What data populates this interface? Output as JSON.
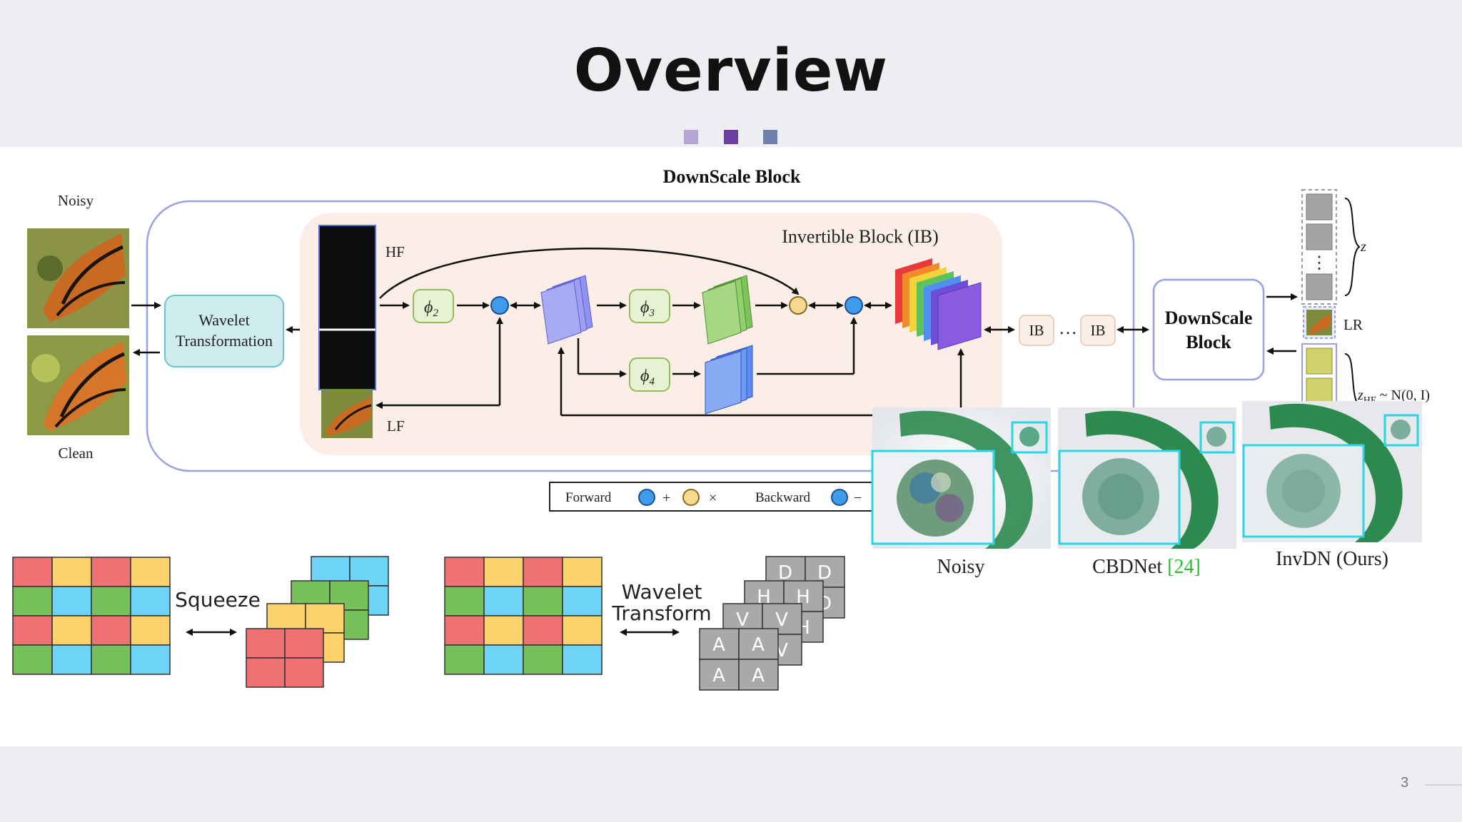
{
  "slide": {
    "title": "Overview",
    "page_number": "3",
    "accent_squares": [
      "#b7a3d6",
      "#6b3fa0",
      "#6f7fb0"
    ]
  },
  "top_diagram": {
    "title": "DownScale Block",
    "input_top_label": "Noisy",
    "input_bottom_label": "Clean",
    "wavelet_box": [
      "Wavelet",
      "Transformation"
    ],
    "hf_label": "HF",
    "lf_label": "LF",
    "ib_title": "Invertible Block (IB)",
    "phi2": "ϕ",
    "phi2_sub": "2",
    "phi3": "ϕ",
    "phi3_sub": "3",
    "phi4": "ϕ",
    "phi4_sub": "4",
    "ib_small_1": "IB",
    "ib_dots": "…",
    "ib_small_2": "IB",
    "downscale_box": [
      "DownScale",
      "Block"
    ],
    "z_label": "z",
    "lr_label": "LR",
    "zhf_label": "z",
    "zhf_sub": "HF",
    "zhf_dist": " ~ N(0, I)",
    "vdots": "⋮",
    "colors": {
      "outer_border": "#9aa0e6",
      "ib_bg": "#fbeee6",
      "wavelet_fill": "#cfecef",
      "wavelet_border": "#6cc3c9",
      "phi_fill": "#e6f2d3",
      "phi_border": "#8fbf5a",
      "plus_node": "#3f9bec",
      "times_node": "#f7d98f"
    }
  },
  "legend": {
    "forward": "Forward",
    "forward_ops": [
      "+",
      "×"
    ],
    "backward": "Backward",
    "backward_ops": [
      "−",
      "÷"
    ]
  },
  "bottom_left": {
    "squeeze_label": "Squeeze",
    "wavelet_label": [
      "Wavelet",
      "Transform"
    ],
    "letter_a": "A",
    "letter_v": "V",
    "letter_h": "H",
    "letter_d": "D",
    "cell_colors": {
      "red": "#f07171",
      "yellow": "#fbd26b",
      "green": "#77c15a",
      "blue": "#6dd3f7",
      "gray": "#a9a9a9"
    }
  },
  "comparison": {
    "labels": [
      "Noisy",
      "CBDNet ",
      "InvDN (Ours)"
    ],
    "cite": "[24]",
    "box_color": "#2ad6e6",
    "cite_color": "#2cbf2c"
  }
}
